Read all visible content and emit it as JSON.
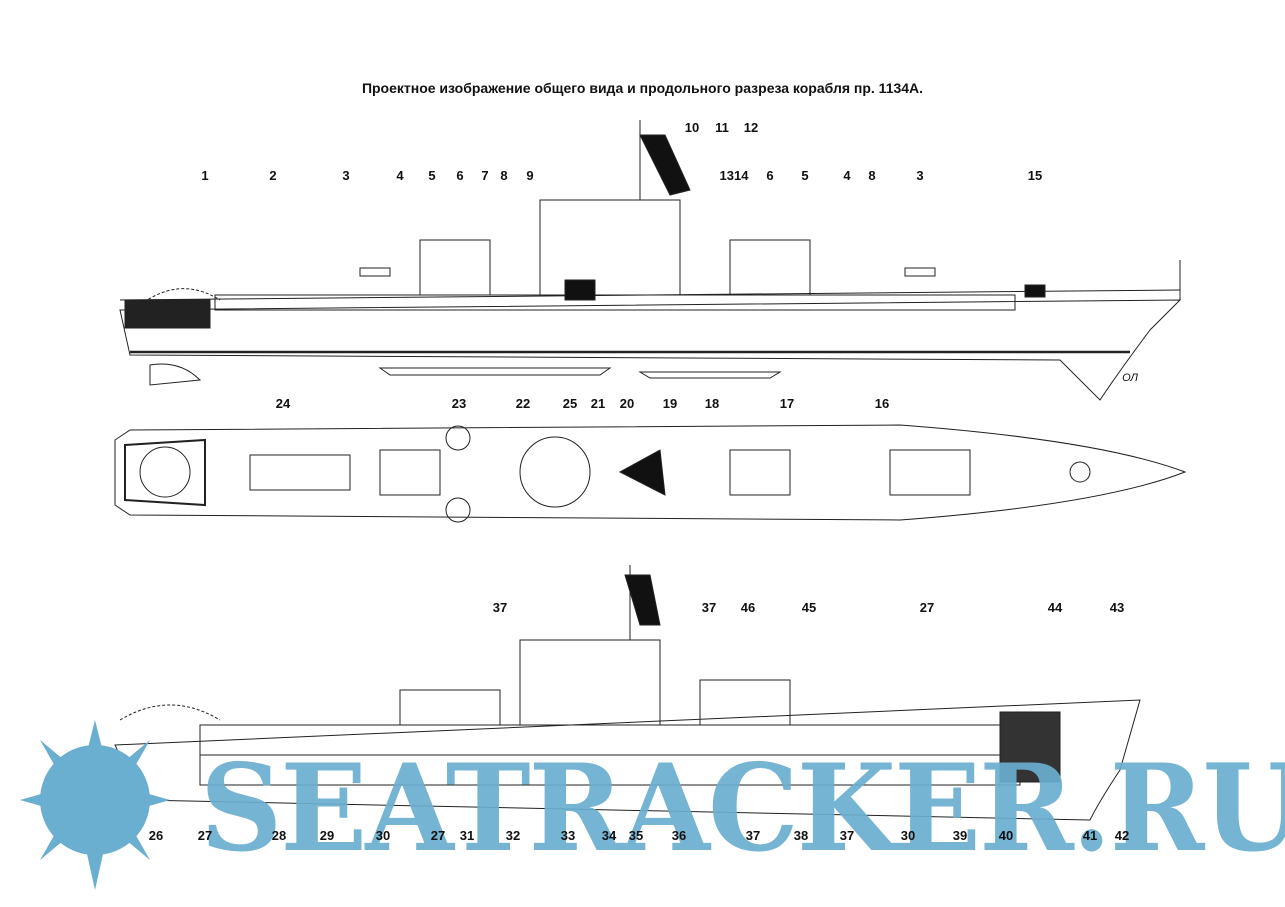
{
  "title": "Проектное изображение общего вида и продольного разреза корабля пр. 1134А.",
  "side_view_labels": [
    "1",
    "2",
    "3",
    "4",
    "5",
    "6",
    "7",
    "8",
    "9",
    "10",
    "11",
    "12",
    "1314",
    "6",
    "5",
    "4",
    "8",
    "3",
    "15"
  ],
  "plan_view_labels": [
    "24",
    "23",
    "22",
    "25",
    "21",
    "20",
    "19",
    "18",
    "17",
    "16"
  ],
  "section_top_labels": [
    "37",
    "37",
    "46",
    "45",
    "27",
    "44",
    "43"
  ],
  "section_bottom_labels": [
    "26",
    "27",
    "28",
    "29",
    "30",
    "27",
    "31",
    "32",
    "33",
    "34",
    "35",
    "36",
    "37",
    "38",
    "37",
    "30",
    "39",
    "40",
    "41",
    "42"
  ],
  "waterline_label": "ОЛ",
  "watermark": "SEATRACKER.RU",
  "colors": {
    "watermark": "#6aaed0",
    "lines": "#222222"
  }
}
